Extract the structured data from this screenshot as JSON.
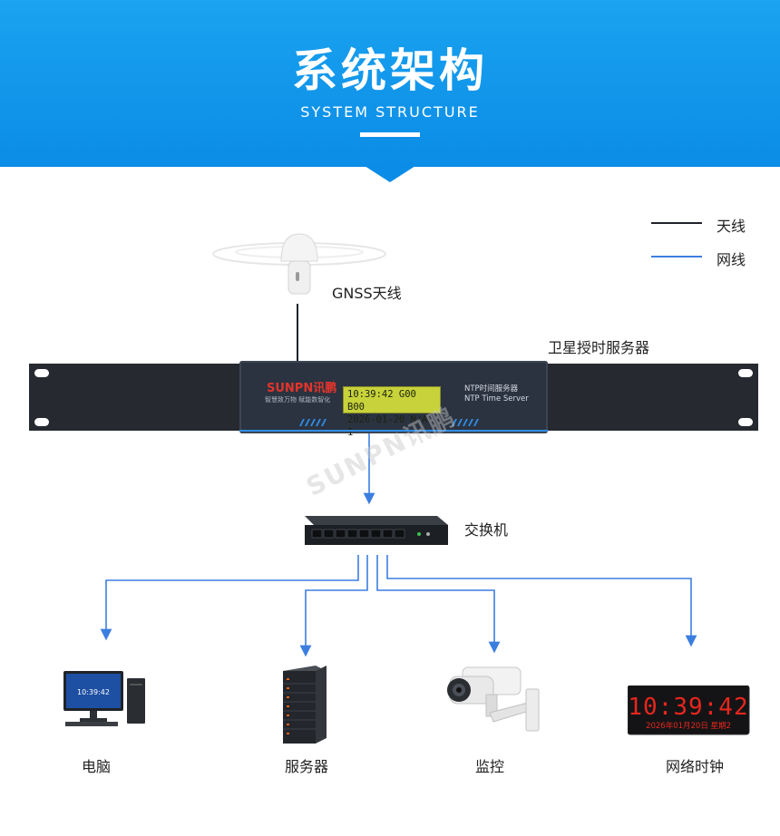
{
  "header": {
    "title": "系统架构",
    "subtitle": "SYSTEM STRUCTURE"
  },
  "legend": {
    "items": [
      {
        "label": "天线",
        "color": "#1f2329"
      },
      {
        "label": "网线",
        "color": "#3b7ee0"
      }
    ]
  },
  "antenna": {
    "label": "GNSS天线"
  },
  "server": {
    "label": "卫星授时服务器",
    "brand": "SUNPN讯鹏",
    "brand_slogan": "智慧致万物  赋能数智化",
    "lcd_line1": "10:39:42 G00 B00",
    "lcd_line2": "2026-01-20 N/A 1",
    "model_cn": "NTP时间服务器",
    "model_en": "NTP Time Server"
  },
  "watermark": "SUNPN讯鹏",
  "switch": {
    "label": "交换机"
  },
  "devices": [
    {
      "label": "电脑",
      "screen_text": "10:39:42"
    },
    {
      "label": "服务器"
    },
    {
      "label": "监控"
    },
    {
      "label": "网络时钟",
      "clock_time": "10:39:42",
      "clock_date": "2026年01月20日  星期2"
    }
  ],
  "colors": {
    "banner": "#0b8ce6",
    "antenna_line": "#1f2329",
    "network_line": "#3b7ee0",
    "clock_digits": "#e8261d"
  }
}
